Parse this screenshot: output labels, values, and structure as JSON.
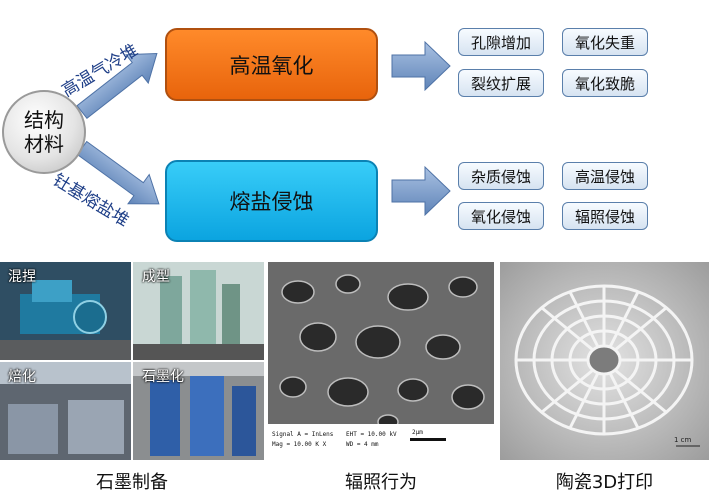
{
  "center": {
    "line1": "结构",
    "line2": "材料"
  },
  "branches": {
    "top_label": "高温气冷堆",
    "bottom_label": "钍基熔盐堆"
  },
  "boxes": {
    "top": "高温氧化",
    "bottom": "熔盐侵蚀"
  },
  "tags_top": [
    "孔隙增加",
    "氧化失重",
    "裂纹扩展",
    "氧化致脆"
  ],
  "tags_bottom": [
    "杂质侵蚀",
    "高温侵蚀",
    "氧化侵蚀",
    "辐照侵蚀"
  ],
  "photos": {
    "graphite_labels": [
      "混捏",
      "成型",
      "焙化",
      "石墨化"
    ],
    "sem_info": {
      "line1": "Signal A = InLens",
      "line2": "Mag = 10.00 K X",
      "line3": "EHT = 10.00 kV",
      "line4": "WD = 4 mm",
      "scale": "2μm"
    },
    "print_scale": "1 cm"
  },
  "captions": [
    "石墨制备",
    "辐照行为",
    "陶瓷3D打印"
  ],
  "colors": {
    "orange": "#f07a1a",
    "cyan": "#1ab8ee",
    "arrow": "#6b8fc0",
    "label": "#1f3f88"
  }
}
